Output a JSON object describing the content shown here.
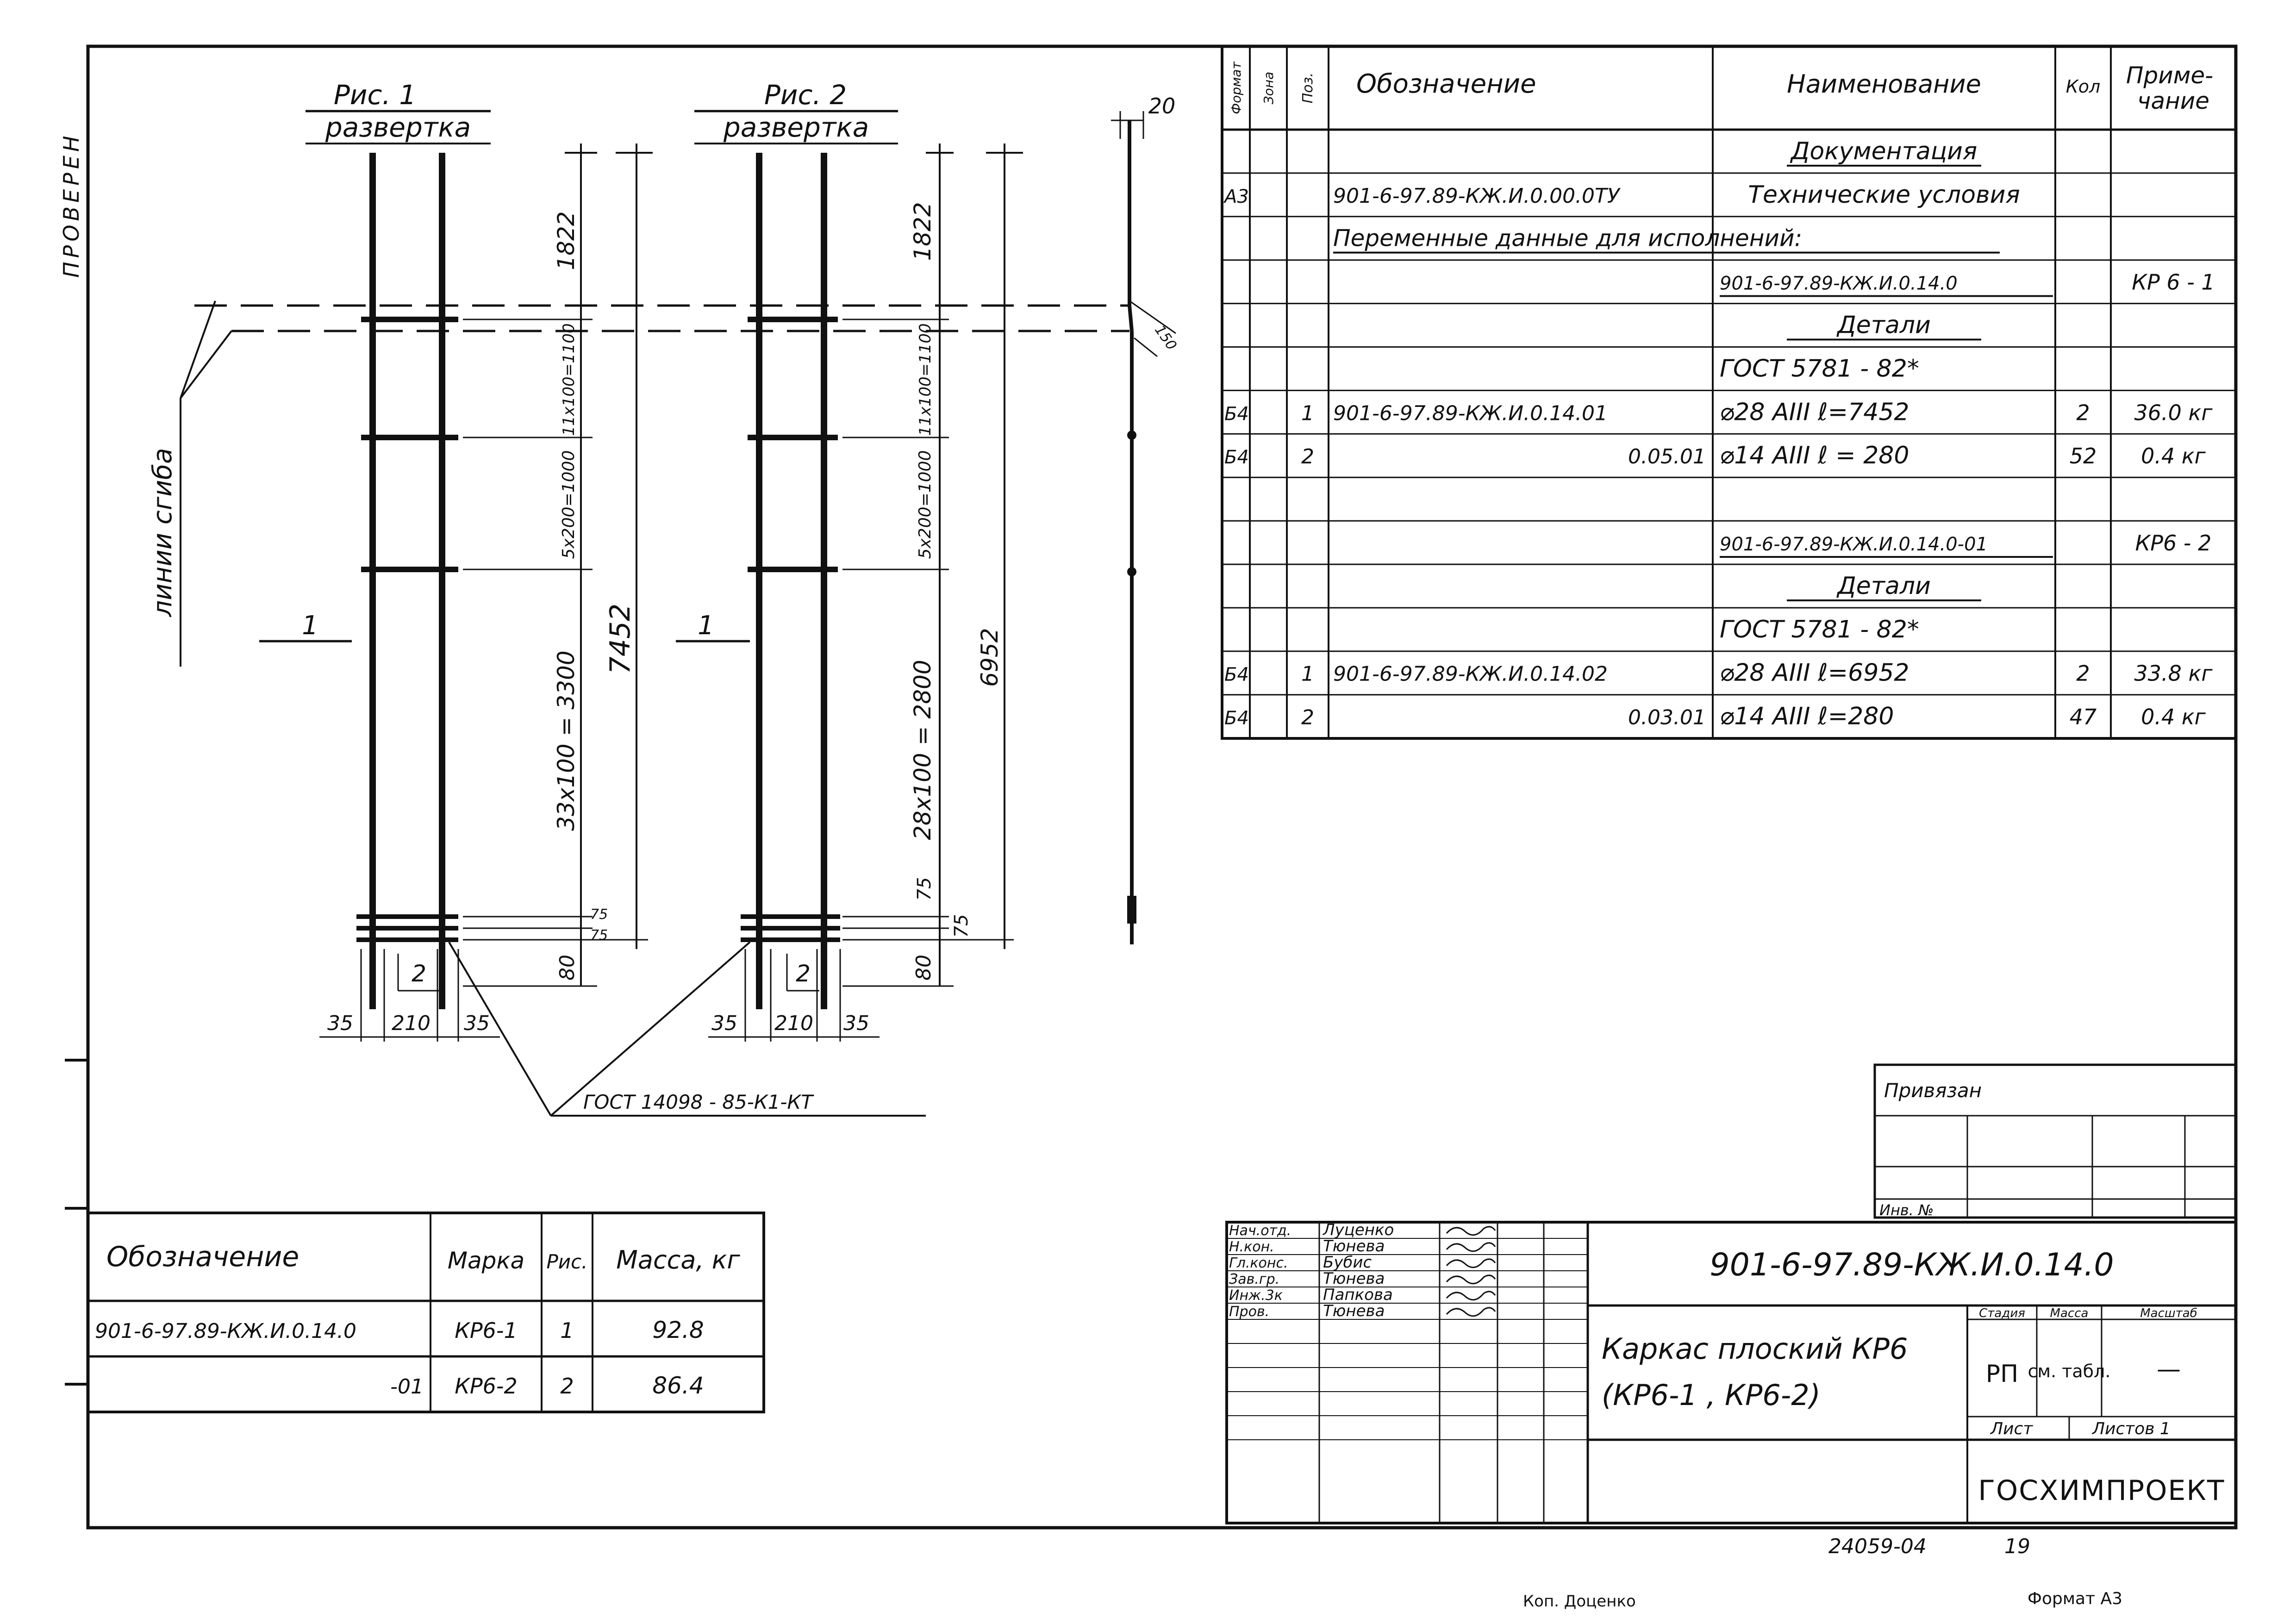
{
  "margin_note": "ПРОВЕРЕН",
  "figure1": {
    "title": "Рис. 1",
    "subtitle": "развертка",
    "dims": {
      "top": "1822",
      "spacing_a": "11x100=1100",
      "spacing_b": "5x200=1000",
      "spacing_c": "33x100 = 3300",
      "total": "7452",
      "d75a": "75",
      "d75b": "75",
      "d80": "80",
      "w35a": "35",
      "w210": "210",
      "w35b": "35"
    },
    "section_mark": "1",
    "pos_mark": "2"
  },
  "figure2": {
    "title": "Рис. 2",
    "subtitle": "развертка",
    "dims": {
      "top": "1822",
      "spacing_a": "11x100=1100",
      "spacing_b": "5x200=1000",
      "spacing_c": "28x100 = 2800",
      "total": "6952",
      "d75a": "75",
      "d75b": "75",
      "d80": "80",
      "w35a": "35",
      "w210": "210",
      "w35b": "35"
    },
    "section_mark": "1",
    "pos_mark": "2"
  },
  "bend_label": "линии сгиба",
  "side_dims": {
    "d20": "20",
    "d150": "150"
  },
  "weld_note": "ГОСТ 14098 - 85-К1-КТ",
  "spec": {
    "headers": {
      "format": "Формат",
      "zone": "Зона",
      "pos": "Поз.",
      "designation": "Обозначение",
      "name": "Наименование",
      "qty": "Кол",
      "note": "Приме-\nчание"
    },
    "rows": [
      {
        "format": "",
        "pos": "",
        "designation": "",
        "name": "Документация",
        "name_ul": true,
        "qty": "",
        "note": ""
      },
      {
        "format": "А3",
        "pos": "",
        "designation": "901-6-97.89-КЖ.И.0.00.0ТУ",
        "name": "Технические условия",
        "qty": "",
        "note": ""
      },
      {
        "format": "",
        "pos": "",
        "designation": "Переменные данные для исполнений:",
        "name": "",
        "qty": "",
        "note": "",
        "span": true
      },
      {
        "format": "",
        "pos": "",
        "designation": "",
        "name": "901-6-97.89-КЖ.И.0.14.0",
        "name_ul": true,
        "qty": "",
        "note": "КР 6 - 1"
      },
      {
        "format": "",
        "pos": "",
        "designation": "",
        "name": "Детали",
        "name_ul": true,
        "qty": "",
        "note": ""
      },
      {
        "format": "",
        "pos": "",
        "designation": "",
        "name": "ГОСТ 5781 - 82*",
        "qty": "",
        "note": ""
      },
      {
        "format": "Б4",
        "pos": "1",
        "designation": "901-6-97.89-КЖ.И.0.14.01",
        "name": "⌀28 АIII  ℓ=7452",
        "qty": "2",
        "note": "36.0 кг"
      },
      {
        "format": "Б4",
        "pos": "2",
        "designation": "0.05.01",
        "name": "⌀14 АIII  ℓ = 280",
        "qty": "52",
        "note": "0.4 кг"
      },
      {
        "format": "",
        "pos": "",
        "designation": "",
        "name": "",
        "qty": "",
        "note": ""
      },
      {
        "format": "",
        "pos": "",
        "designation": "",
        "name": "901-6-97.89-КЖ.И.0.14.0-01",
        "name_ul": true,
        "qty": "",
        "note": "КР6 - 2"
      },
      {
        "format": "",
        "pos": "",
        "designation": "",
        "name": "Детали",
        "name_ul": true,
        "qty": "",
        "note": ""
      },
      {
        "format": "",
        "pos": "",
        "designation": "",
        "name": "ГОСТ 5781 - 82*",
        "qty": "",
        "note": ""
      },
      {
        "format": "Б4",
        "pos": "1",
        "designation": "901-6-97.89-КЖ.И.0.14.02",
        "name": "⌀28 АIII  ℓ=6952",
        "qty": "2",
        "note": "33.8 кг"
      },
      {
        "format": "Б4",
        "pos": "2",
        "designation": "0.03.01",
        "name": "⌀14 АIII  ℓ=280",
        "qty": "47",
        "note": "0.4 кг"
      }
    ]
  },
  "marks_table": {
    "headers": {
      "designation": "Обозначение",
      "mark": "Марка",
      "fig": "Рис.",
      "mass": "Масса, кг"
    },
    "rows": [
      {
        "designation": "901-6-97.89-КЖ.И.0.14.0",
        "mark": "КР6-1",
        "fig": "1",
        "mass": "92.8"
      },
      {
        "designation": "-01",
        "mark": "КР6-2",
        "fig": "2",
        "mass": "86.4"
      }
    ]
  },
  "binding": {
    "title": "Привязан",
    "inv": "Инв. №"
  },
  "title_block": {
    "code": "901-6-97.89-КЖ.И.0.14.0",
    "name_line1": "Каркас плоский КР6",
    "name_line2": "(КР6-1 , КР6-2)",
    "stage_label": "Стадия",
    "mass_label": "Масса",
    "scale_label": "Масштаб",
    "stage": "РП",
    "mass_value": "см. табл.",
    "scale_value": "—",
    "sheet_label": "Лист",
    "sheets_label": "Листов 1",
    "org": "ГОСХИМПРОЕКТ",
    "people": [
      {
        "role": "Нач.отд.",
        "name": "Луценко"
      },
      {
        "role": "Н.кон.",
        "name": "Тюнева"
      },
      {
        "role": "Гл.конс.",
        "name": "Бубис"
      },
      {
        "role": "Зав.гр.",
        "name": "Тюнева"
      },
      {
        "role": "Инж.3к",
        "name": "Папкова"
      },
      {
        "role": "Пров.",
        "name": "Тюнева"
      }
    ]
  },
  "footer": {
    "number": "24059-04",
    "page": "19",
    "copied": "Коп. Доценко",
    "format": "Формат А3"
  }
}
